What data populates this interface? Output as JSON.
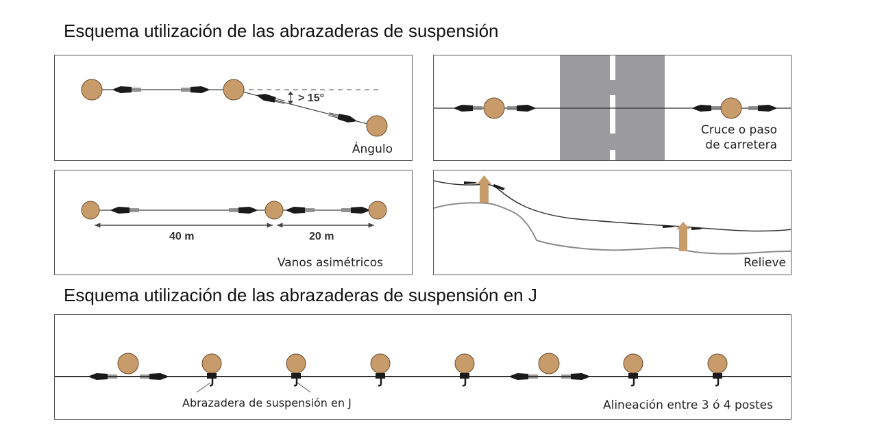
{
  "headings": {
    "top": "Esquema utilización de las abrazaderas de suspensión",
    "bottom": "Esquema utilización de las abrazaderas de suspensión en J"
  },
  "panels": {
    "angle": {
      "caption": "Ángulo",
      "angle_label": "> 15°"
    },
    "road": {
      "caption_line1": "Cruce o paso",
      "caption_line2": "de carretera"
    },
    "spans": {
      "caption": "Vanos asimétricos",
      "span1": "40 m",
      "span2": "20 m"
    },
    "relief": {
      "caption": "Relieve"
    },
    "jclamp": {
      "callout": "Abrazadera de suspensión en J",
      "caption": "Alineación entre 3 ó 4 postes"
    }
  },
  "colors": {
    "pole": "#c89b6b",
    "pole_outline": "#6b4a2a",
    "road": "#9b9b9d",
    "line": "#333333",
    "ground": "#8a8a8a"
  }
}
